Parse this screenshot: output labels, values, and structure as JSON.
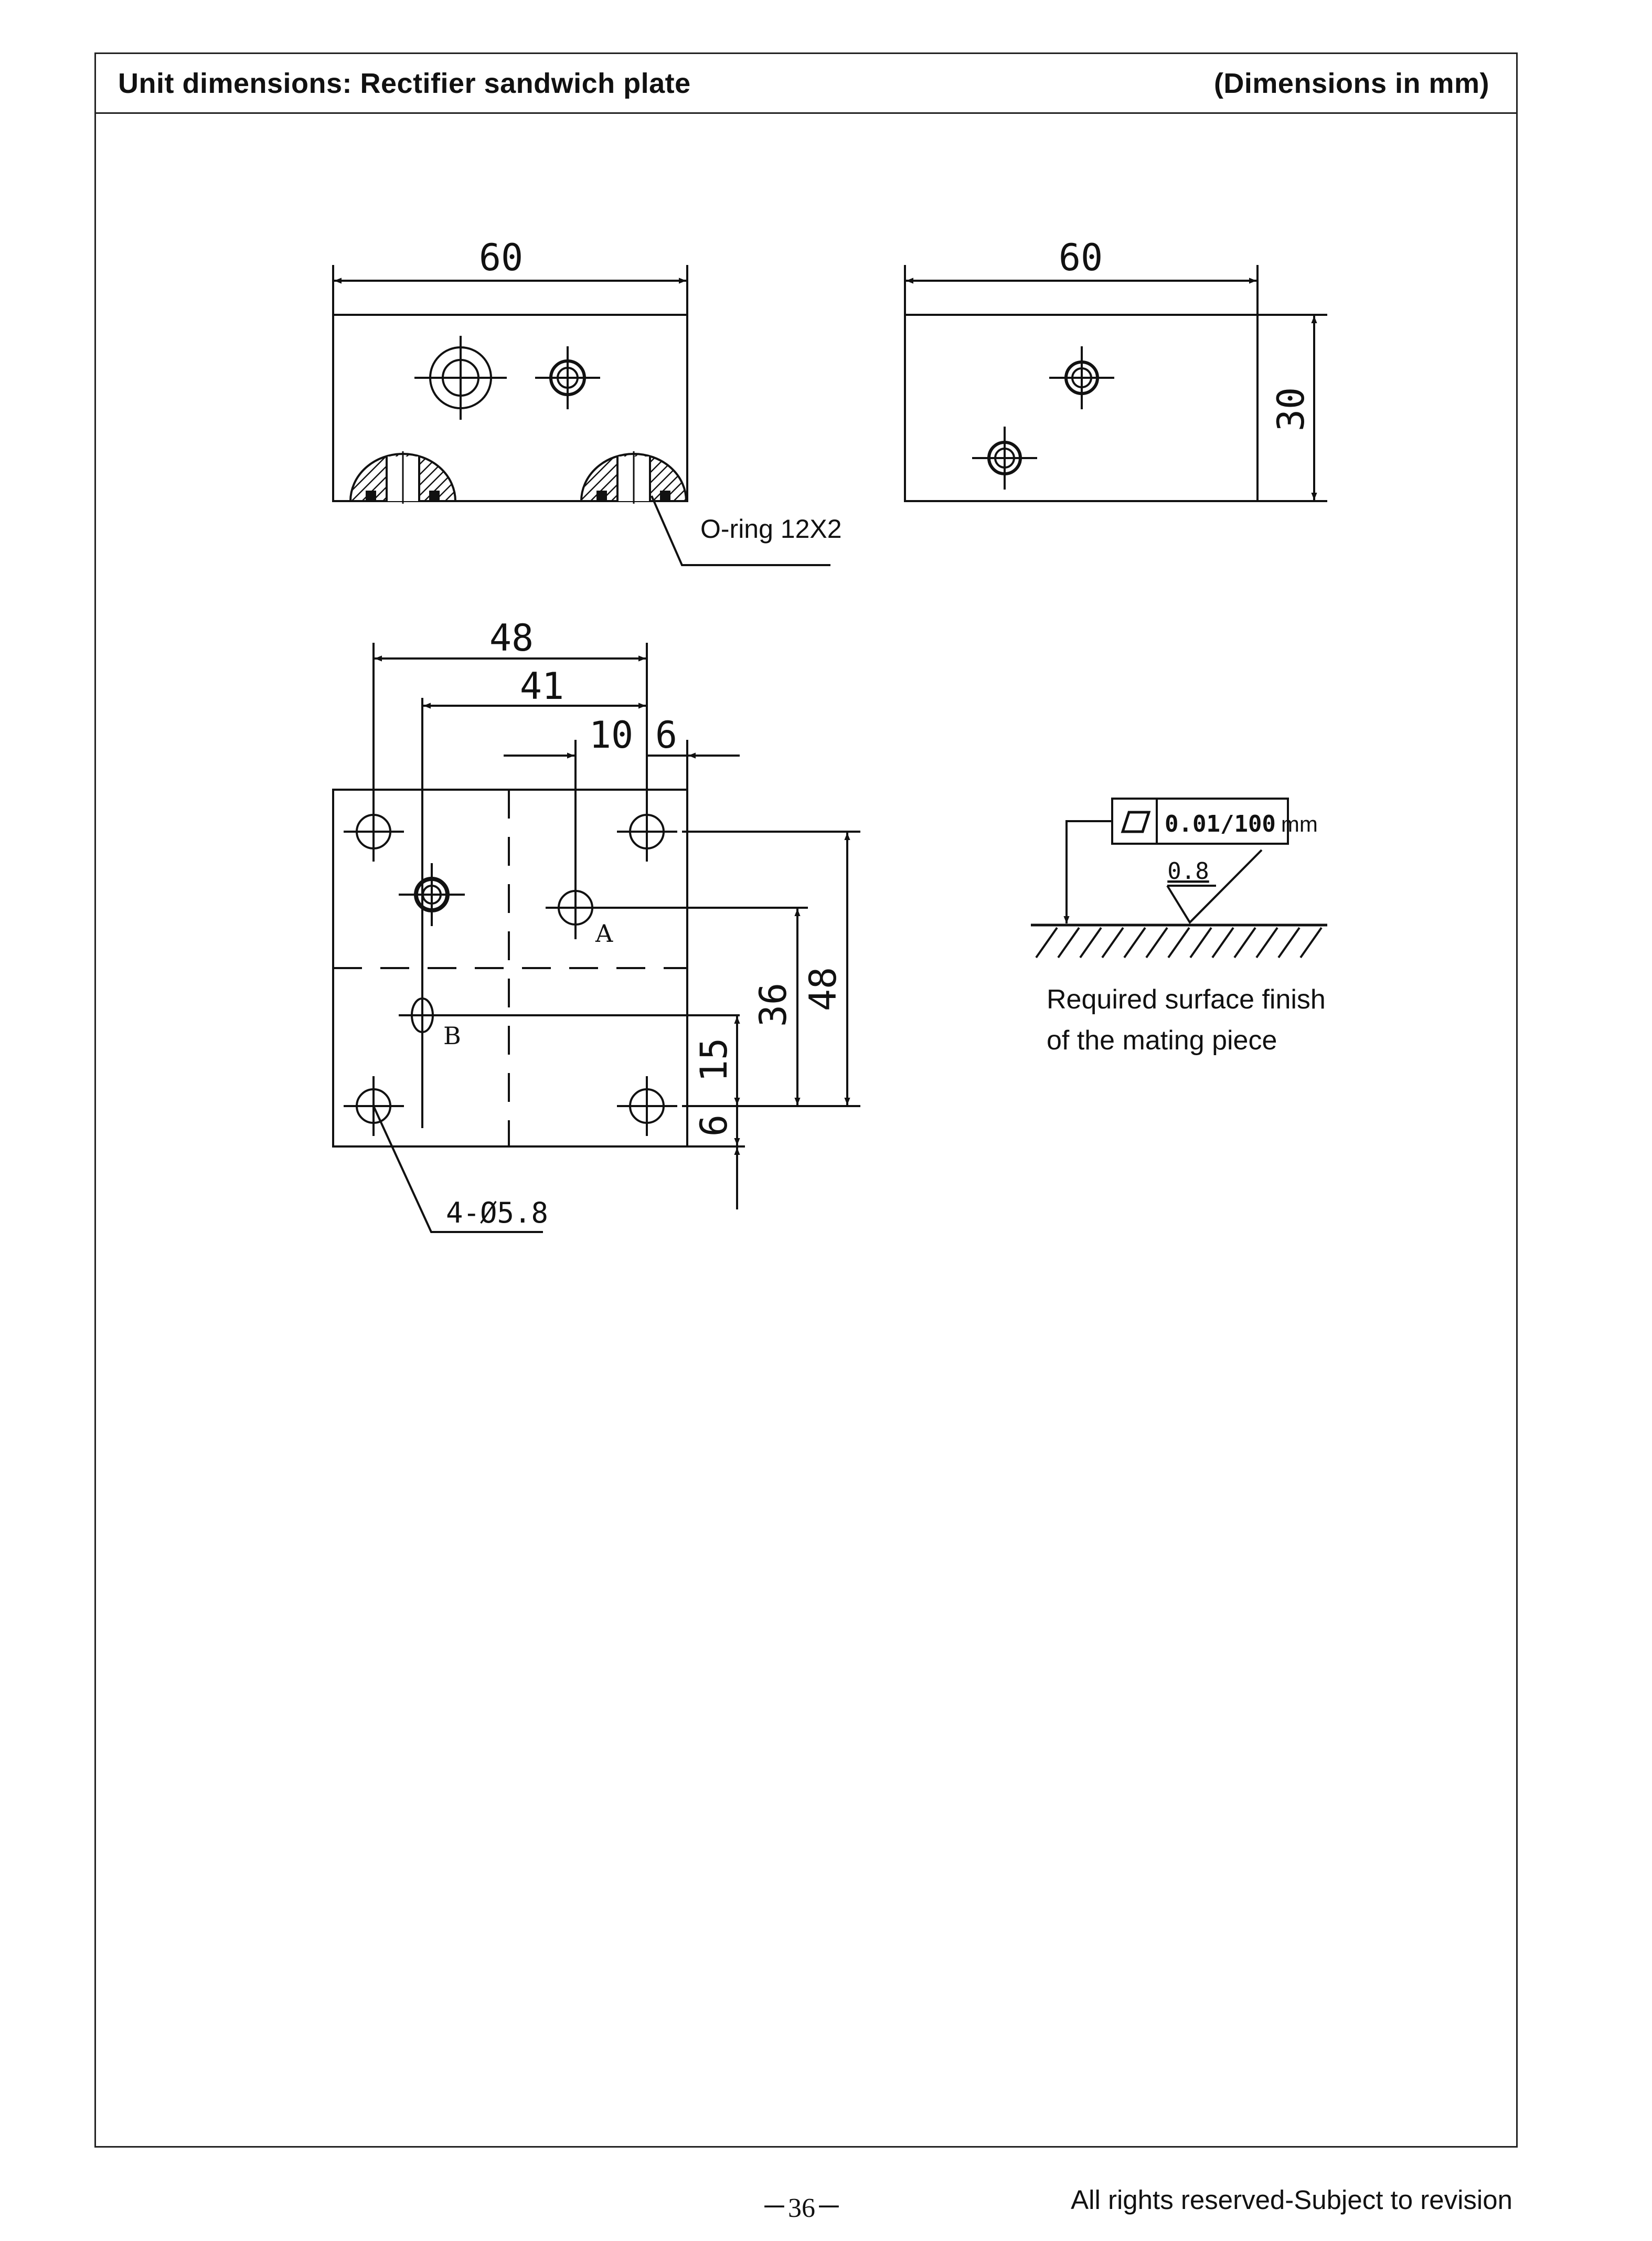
{
  "header": {
    "title": "Unit dimensions: Rectifier sandwich plate",
    "units_note": "(Dimensions in mm)"
  },
  "drawing": {
    "front_view": {
      "width_dim": "60",
      "oring_label": "O-ring 12X2"
    },
    "side_view": {
      "width_dim": "60",
      "height_dim": "30"
    },
    "plan_view": {
      "dim_48_horizontal": "48",
      "dim_41": "41",
      "dim_10": "10",
      "dim_6_horizontal": "6",
      "dim_48_vertical": "48",
      "dim_36": "36",
      "dim_15": "15",
      "dim_6_vertical": "6",
      "port_a": "A",
      "port_b": "B",
      "hole_callout": "4-Ø5.8"
    },
    "surface_finish": {
      "tolerance": "0.01/100",
      "tolerance_unit": "mm",
      "roughness": "0.8",
      "caption_line1": "Required surface finish",
      "caption_line2": "of the mating piece"
    }
  },
  "footer": {
    "page_number": "－36－",
    "rights": "All rights reserved-Subject to revision"
  }
}
